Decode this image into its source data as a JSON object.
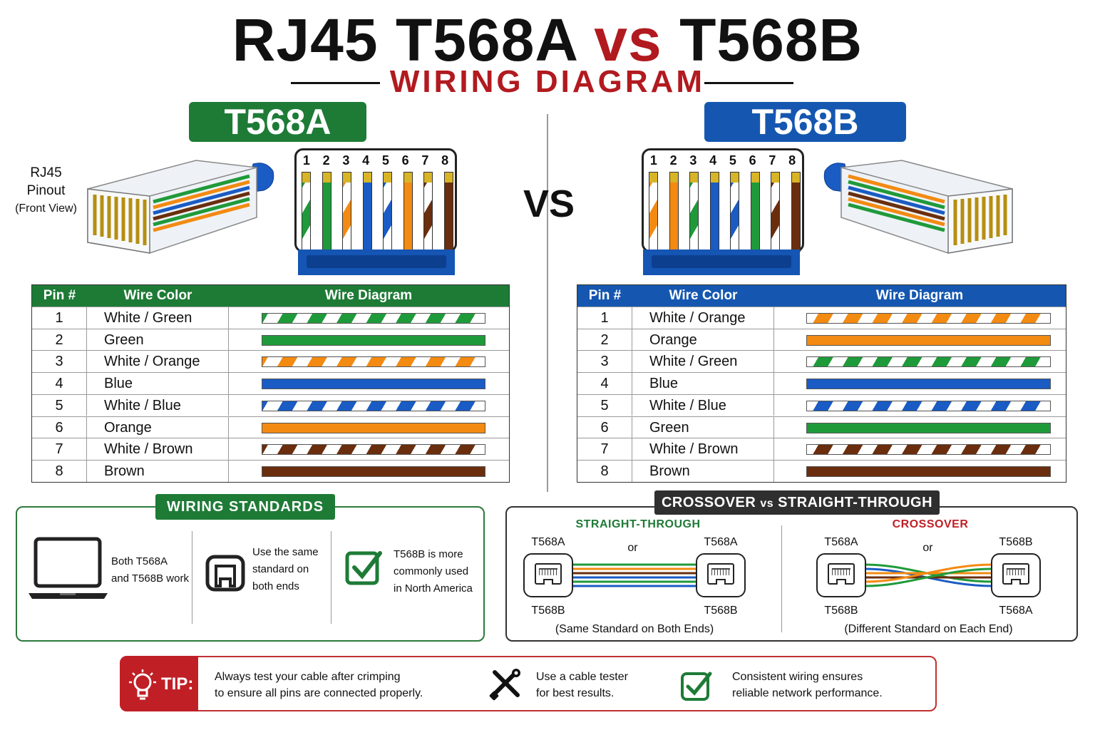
{
  "title": {
    "part1": "RJ45 T568A ",
    "vs": "vs",
    "part2": " T568B",
    "subtitle": "WIRING DIAGRAM"
  },
  "center_vs": "VS",
  "rj45_label": {
    "line1": "RJ45",
    "line2": "Pinout",
    "line3": "(Front View)"
  },
  "colors": {
    "green_brand": "#1e7b36",
    "blue_brand": "#1557b0",
    "accent_red": "#b11a1f",
    "wire_green": "#1f9a3a",
    "wire_orange": "#f38a12",
    "wire_blue": "#1a5bc4",
    "wire_brown": "#6a2e0e"
  },
  "t568a": {
    "badge": "T568A",
    "pin_numbers": [
      "1",
      "2",
      "3",
      "4",
      "5",
      "6",
      "7",
      "8"
    ],
    "headers": {
      "pin": "Pin #",
      "color": "Wire Color",
      "diagram": "Wire Diagram"
    },
    "rows": [
      {
        "pin": "1",
        "color": "White / Green",
        "wire": "green",
        "striped": true
      },
      {
        "pin": "2",
        "color": "Green",
        "wire": "green",
        "striped": false
      },
      {
        "pin": "3",
        "color": "White / Orange",
        "wire": "orange",
        "striped": true
      },
      {
        "pin": "4",
        "color": "Blue",
        "wire": "blue",
        "striped": false
      },
      {
        "pin": "5",
        "color": "White / Blue",
        "wire": "blue",
        "striped": true
      },
      {
        "pin": "6",
        "color": "Orange",
        "wire": "orange",
        "striped": false
      },
      {
        "pin": "7",
        "color": "White / Brown",
        "wire": "brown",
        "striped": true
      },
      {
        "pin": "8",
        "color": "Brown",
        "wire": "brown",
        "striped": false
      }
    ]
  },
  "t568b": {
    "badge": "T568B",
    "pin_numbers": [
      "1",
      "2",
      "3",
      "4",
      "5",
      "6",
      "7",
      "8"
    ],
    "headers": {
      "pin": "Pin #",
      "color": "Wire Color",
      "diagram": "Wire Diagram"
    },
    "rows": [
      {
        "pin": "1",
        "color": "White / Orange",
        "wire": "orange",
        "striped": true
      },
      {
        "pin": "2",
        "color": "Orange",
        "wire": "orange",
        "striped": false
      },
      {
        "pin": "3",
        "color": "White / Green",
        "wire": "green",
        "striped": true
      },
      {
        "pin": "4",
        "color": "Blue",
        "wire": "blue",
        "striped": false
      },
      {
        "pin": "5",
        "color": "White / Blue",
        "wire": "blue",
        "striped": true
      },
      {
        "pin": "6",
        "color": "Green",
        "wire": "green",
        "striped": false
      },
      {
        "pin": "7",
        "color": "White / Brown",
        "wire": "brown",
        "striped": true
      },
      {
        "pin": "8",
        "color": "Brown",
        "wire": "brown",
        "striped": false
      }
    ]
  },
  "wiring_standards": {
    "heading": "WIRING STANDARDS",
    "items": [
      {
        "icon": "laptop-icon",
        "line1": "Both T568A",
        "line2": "and T568B work"
      },
      {
        "icon": "jack-port-icon",
        "line1": "Use the same",
        "line2": "standard on",
        "line3": "both ends"
      },
      {
        "icon": "checkmark-icon",
        "line1": "T568B is more",
        "line2": "commonly used",
        "line3": "in North America"
      }
    ]
  },
  "crossover": {
    "heading_a": "CROSSOVER ",
    "heading_vs": "vs",
    "heading_b": " STRAIGHT-THROUGH",
    "straight": {
      "title": "STRAIGHT-THROUGH",
      "left_top": "T568A",
      "right_top": "T568A",
      "or": "or",
      "left_bottom": "T568B",
      "right_bottom": "T568B",
      "caption": "(Same Standard on Both Ends)"
    },
    "cross": {
      "title": "CROSSOVER",
      "left_top": "T568A",
      "right_top": "T568B",
      "or": "or",
      "left_bottom": "T568B",
      "right_bottom": "T568A",
      "caption": "(Different Standard on Each End)"
    }
  },
  "tip": {
    "label": "TIP:",
    "items": [
      {
        "icon": "lightbulb-icon",
        "line1": "Always test your cable after crimping",
        "line2": "to ensure all pins are connected properly."
      },
      {
        "icon": "tools-icon",
        "line1": "Use a cable tester",
        "line2": "for best results."
      },
      {
        "icon": "checkmark-icon",
        "line1": "Consistent wiring ensures",
        "line2": "reliable network performance."
      }
    ]
  }
}
